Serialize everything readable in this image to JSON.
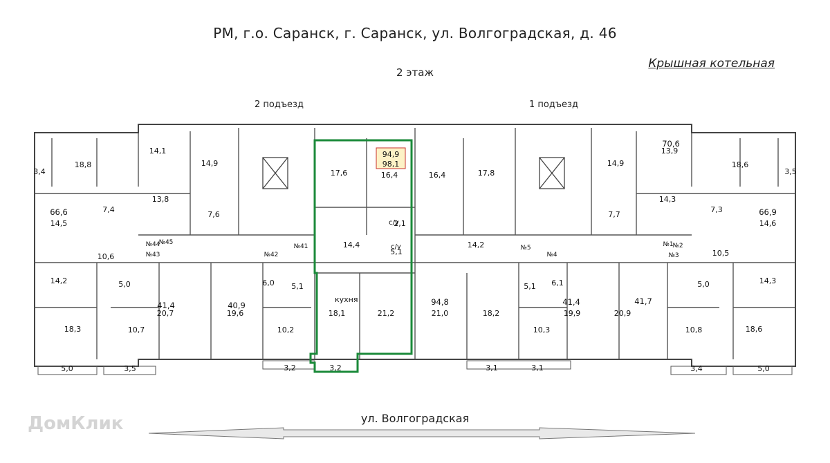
{
  "header": {
    "address": "РМ, г.о. Саранск, г. Саранск, ул. Волгоградская, д. 46",
    "floor": "2 этаж",
    "note": "Крышная котельная"
  },
  "entrances": [
    "2 подъезд",
    "1 подъезд"
  ],
  "street": "ул. Волгоградская",
  "watermark": "ДомКлик",
  "highlight_color": "#1b8a3a",
  "selected_apartment": {
    "area_total": "94,9",
    "area_with_balcony": "98,1"
  },
  "rooms": [
    "3,4",
    "18,8",
    "14,1",
    "14,9",
    "13,8",
    "7,6",
    "17,6",
    "16,4",
    "16,4",
    "17,8",
    "14,9",
    "14,3",
    "13,9",
    "18,6",
    "3,5",
    "14,5",
    "7,4",
    "14,4",
    "2,1",
    "5,1",
    "14,2",
    "7,7",
    "7,3",
    "14,6",
    "10,6",
    "14,2",
    "5,0",
    "6,0",
    "5,1",
    "5,1",
    "6,1",
    "5,0",
    "10,5",
    "14,3",
    "18,3",
    "20,7",
    "19,6",
    "18,1",
    "21,2",
    "21,0",
    "18,2",
    "19,9",
    "20,9",
    "18,6",
    "10,7",
    "10,2",
    "10,3",
    "10,8",
    "5,0",
    "3,5",
    "3,2",
    "3,2",
    "3,1",
    "3,1",
    "3,4",
    "5,0"
  ],
  "apartment_totals": [
    "66,6",
    "41,4",
    "40,9",
    "94,8",
    "41,4",
    "41,7",
    "70,6",
    "66,9"
  ],
  "labels": {
    "kitchen": "кухня",
    "wc1": "с/у",
    "wc2": "с/у"
  },
  "apartment_numbers": [
    "№44",
    "№45",
    "№43",
    "№42",
    "№41",
    "№5",
    "№4",
    "№1",
    "№2",
    "№3"
  ]
}
